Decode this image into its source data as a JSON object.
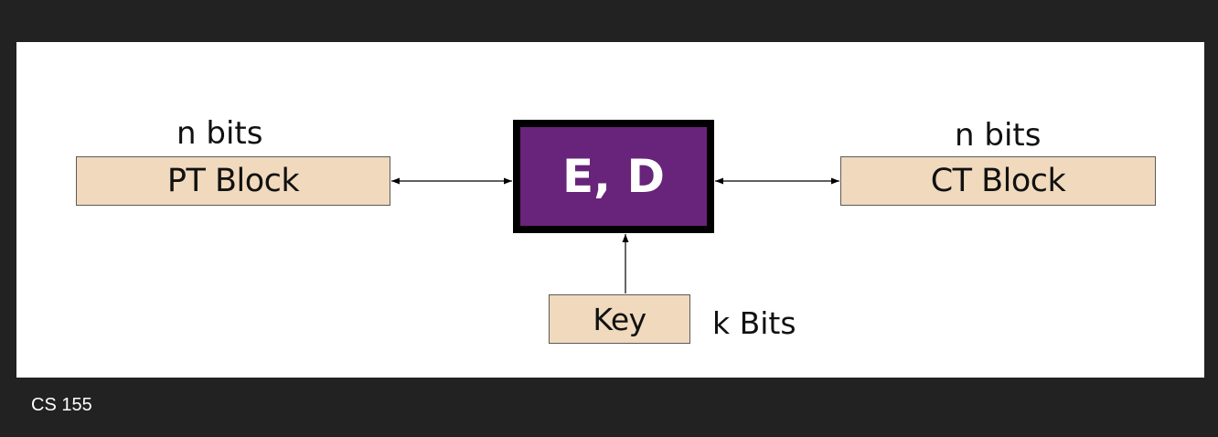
{
  "diagram": {
    "pt_block": {
      "label": "PT Block",
      "size_label": "n bits"
    },
    "ct_block": {
      "label": "CT Block",
      "size_label": "n bits"
    },
    "cipher": {
      "label": "E, D"
    },
    "key": {
      "label": "Key",
      "size_label": "k Bits"
    }
  },
  "footer": {
    "course": "CS 155"
  },
  "colors": {
    "background": "#222222",
    "slide": "#ffffff",
    "block_fill": "#f0d9bd",
    "cipher_fill": "#68237a",
    "cipher_border": "#000000"
  }
}
